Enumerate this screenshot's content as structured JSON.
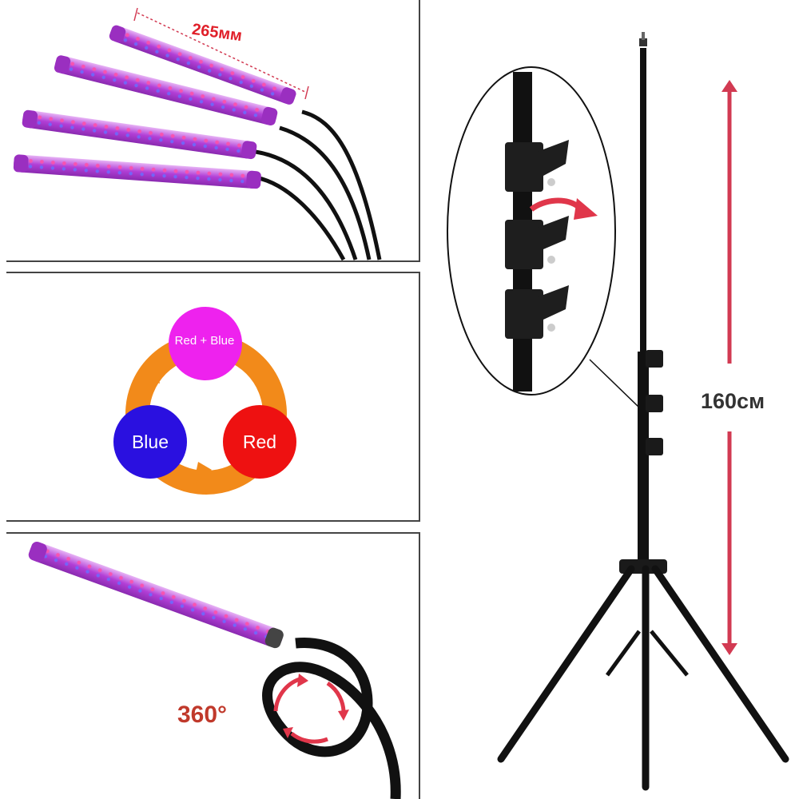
{
  "panels": {
    "length": {
      "label": "265мм"
    },
    "light_modes": {
      "top": "Red + Blue",
      "left": "Blue",
      "right": "Red",
      "colors": {
        "top": "#ee22ee",
        "left": "#2a10e0",
        "right": "#ee1111",
        "arrows": "#f28a1a"
      }
    },
    "rotation": {
      "label": "360°"
    },
    "stand": {
      "height_label": "160см"
    }
  },
  "colors": {
    "bar": "#b23fd6",
    "bar_end": "#9a2fc0",
    "dim_line": "#d23a52",
    "arrow": "#e0364a"
  }
}
